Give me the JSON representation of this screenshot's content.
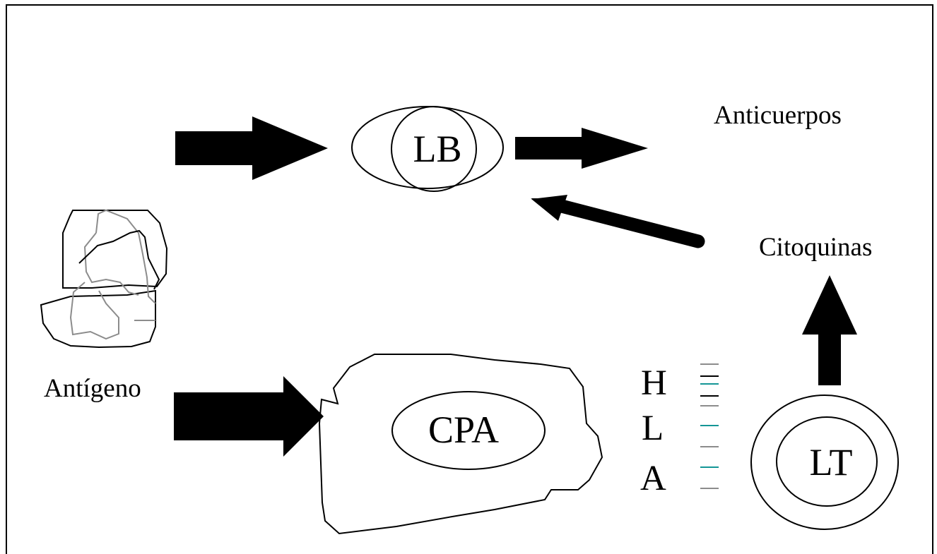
{
  "labels": {
    "lb": "LB",
    "anticuerpos": "Anticuerpos",
    "citoquinas": "Citoquinas",
    "antigeno": "Antígeno",
    "cpa": "CPA",
    "hla_h": "H",
    "hla_l": "L",
    "hla_a": "A",
    "lt": "LT"
  },
  "colors": {
    "stroke": "#000000",
    "gray": "#8c8c8c",
    "teal": "#149696"
  }
}
